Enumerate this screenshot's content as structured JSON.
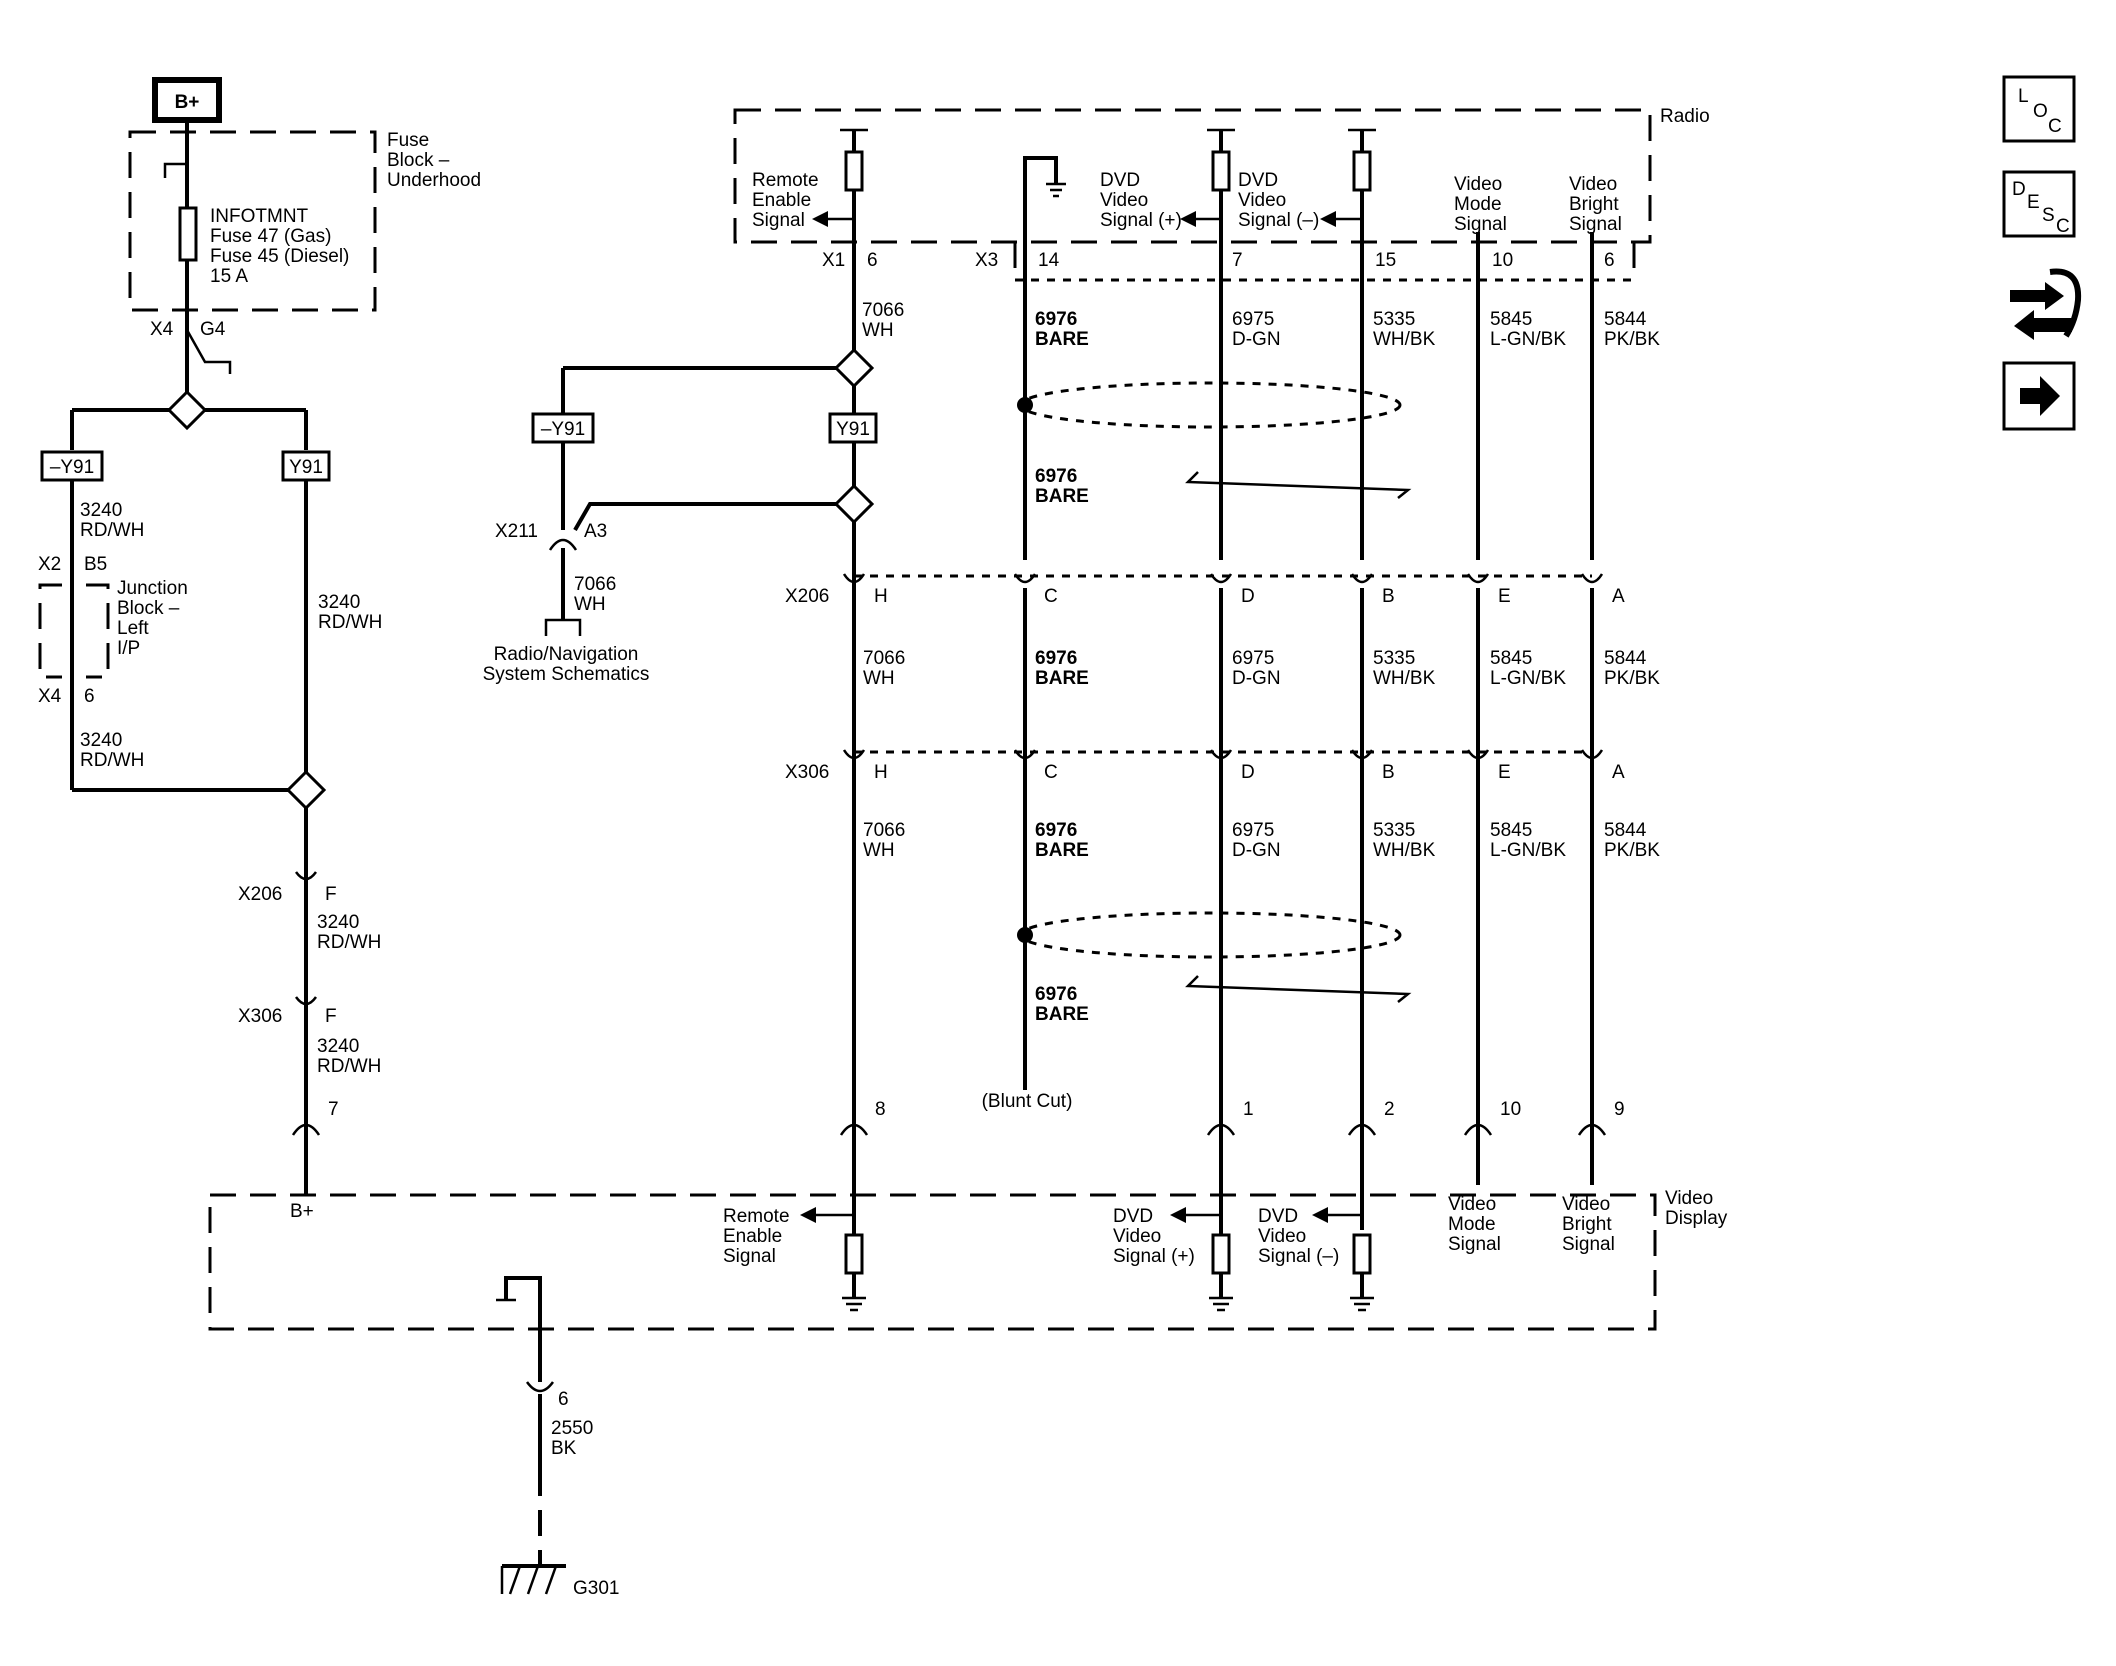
{
  "power": {
    "label": "B+"
  },
  "fuse_block": {
    "title": [
      "Fuse",
      "Block –",
      "Underhood"
    ],
    "fuse": [
      "INFOTMNT",
      "Fuse 47 (Gas)",
      "Fuse 45 (Diesel)",
      "15 A"
    ],
    "conn": "X4",
    "pin": "G4"
  },
  "left": {
    "opt_a": "–Y91",
    "opt_b": "Y91",
    "wire_top": [
      "3240",
      "RD/WH"
    ],
    "junction_conn_top": "X2",
    "junction_pin_top": "B5",
    "junction_title": [
      "Junction",
      "Block –",
      "Left",
      "I/P"
    ],
    "junction_conn_bot": "X4",
    "junction_pin_bot": "6",
    "wire_mid": [
      "3240",
      "RD/WH"
    ],
    "wire_right": [
      "3240",
      "RD/WH"
    ],
    "x206": "X206",
    "x206_pin": "F",
    "wire_x206": [
      "3240",
      "RD/WH"
    ],
    "x306": "X306",
    "x306_pin": "F",
    "wire_x306": [
      "3240",
      "RD/WH"
    ],
    "pin_vd": "7",
    "vd_label": "B+"
  },
  "radio": {
    "title": "Radio",
    "remote": [
      "Remote",
      "Enable",
      "Signal"
    ],
    "dvd_pos": [
      "DVD",
      "Video",
      "Signal (+)"
    ],
    "dvd_neg": [
      "DVD",
      "Video",
      "Signal (–)"
    ],
    "mode": [
      "Video",
      "Mode",
      "Signal"
    ],
    "bright": [
      "Video",
      "Bright",
      "Signal"
    ],
    "x1": "X1",
    "x1_pin": "6",
    "x3": "X3",
    "pins": [
      "14",
      "7",
      "15",
      "10",
      "6"
    ]
  },
  "mid": {
    "wire_7066": [
      "7066",
      "WH"
    ],
    "opt_a": "–Y91",
    "opt_b": "Y91",
    "x211": "X211",
    "x211_pin": "A3",
    "wire_x211": [
      "7066",
      "WH"
    ],
    "ref": [
      "Radio/Navigation",
      "System Schematics"
    ]
  },
  "wires": {
    "seg1": [
      [
        "6976",
        "BARE"
      ],
      [
        "6975",
        "D-GN"
      ],
      [
        "5335",
        "WH/BK"
      ],
      [
        "5845",
        "L-GN/BK"
      ],
      [
        "5844",
        "PK/BK"
      ]
    ],
    "drain": [
      "6976",
      "BARE"
    ]
  },
  "x206": {
    "label": "X206",
    "pins": [
      "H",
      "C",
      "D",
      "B",
      "E",
      "A"
    ]
  },
  "seg2": [
    [
      "7066",
      "WH"
    ],
    [
      "6976",
      "BARE"
    ],
    [
      "6975",
      "D-GN"
    ],
    [
      "5335",
      "WH/BK"
    ],
    [
      "5845",
      "L-GN/BK"
    ],
    [
      "5844",
      "PK/BK"
    ]
  ],
  "x306": {
    "label": "X306",
    "pins": [
      "H",
      "C",
      "D",
      "B",
      "E",
      "A"
    ]
  },
  "seg3": [
    [
      "7066",
      "WH"
    ],
    [
      "6976",
      "BARE"
    ],
    [
      "6975",
      "D-GN"
    ],
    [
      "5335",
      "WH/BK"
    ],
    [
      "5845",
      "L-GN/BK"
    ],
    [
      "5844",
      "PK/BK"
    ]
  ],
  "drain2": [
    "6976",
    "BARE"
  ],
  "blunt": "(Blunt Cut)",
  "vd_pins": [
    "8",
    "1",
    "2",
    "10",
    "9"
  ],
  "video_display": {
    "title": [
      "Video",
      "Display"
    ],
    "remote": [
      "Remote",
      "Enable",
      "Signal"
    ],
    "dvd_pos": [
      "DVD",
      "Video",
      "Signal (+)"
    ],
    "dvd_neg": [
      "DVD",
      "Video",
      "Signal (–)"
    ],
    "mode": [
      "Video",
      "Mode",
      "Signal"
    ],
    "bright": [
      "Video",
      "Bright",
      "Signal"
    ]
  },
  "ground": {
    "pin": "6",
    "wire": [
      "2550",
      "BK"
    ],
    "label": "G301"
  },
  "nav": {
    "loc": [
      "L",
      "O",
      "C"
    ],
    "desc": [
      "D",
      "E",
      "S",
      "C"
    ],
    "flow_icon": "connector-flow-icon",
    "next_icon": "arrow-right-icon"
  }
}
